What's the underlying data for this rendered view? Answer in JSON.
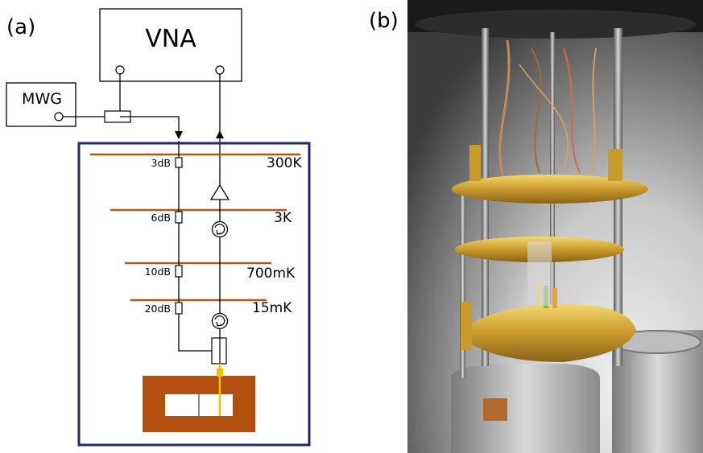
{
  "panel_a": {
    "label": "(a)",
    "vna_label": "VNA",
    "mwg_label": "MWG",
    "stages": [
      {
        "temperature": "300K",
        "attenuation": "3dB"
      },
      {
        "temperature": "3K",
        "attenuation": "6dB"
      },
      {
        "temperature": "700mK",
        "attenuation": "10dB"
      },
      {
        "temperature": "15mK",
        "attenuation": "20dB"
      }
    ]
  },
  "panel_b": {
    "label": "(b)",
    "photo": "dilution refrigerator insert with gold-plated stages and wiring"
  },
  "colors": {
    "stage_plate": "#b5561a",
    "fridge_border": "#1f2a6b",
    "sample_box": "#b4500f",
    "pin": "#f2c200",
    "line": "#000000"
  }
}
